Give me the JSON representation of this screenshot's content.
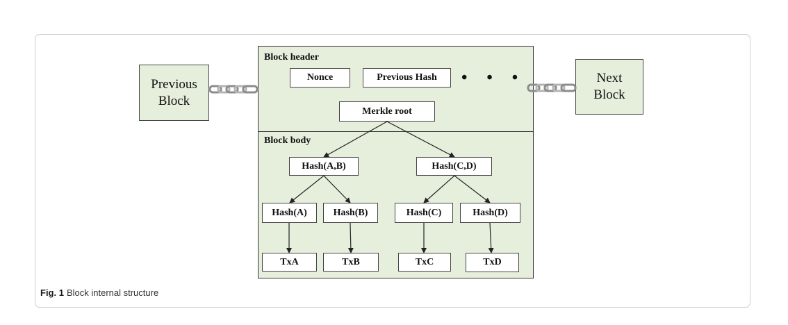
{
  "caption": {
    "number": "Fig. 1",
    "text": "Block internal structure"
  },
  "previous_block": {
    "label": "Previous\nBlock"
  },
  "next_block": {
    "label": "Next\nBlock"
  },
  "block_header": {
    "title": "Block header",
    "fields": {
      "nonce": "Nonce",
      "previous_hash": "Previous Hash",
      "ellipsis": "• • •"
    },
    "merkle_root": "Merkle root"
  },
  "block_body": {
    "title": "Block body",
    "hash_ab": "Hash(A,B)",
    "hash_cd": "Hash(C,D)",
    "hash_a": "Hash(A)",
    "hash_b": "Hash(B)",
    "hash_c": "Hash(C)",
    "hash_d": "Hash(D)",
    "tx_a": "TxA",
    "tx_b": "TxB",
    "tx_c": "TxC",
    "tx_d": "TxD"
  },
  "colors": {
    "block_fill": "#e6eedc",
    "border": "#444444",
    "chain": "#8c8c8c"
  },
  "icons": {
    "left_link": "chain-link-icon",
    "right_link": "chain-link-icon"
  }
}
